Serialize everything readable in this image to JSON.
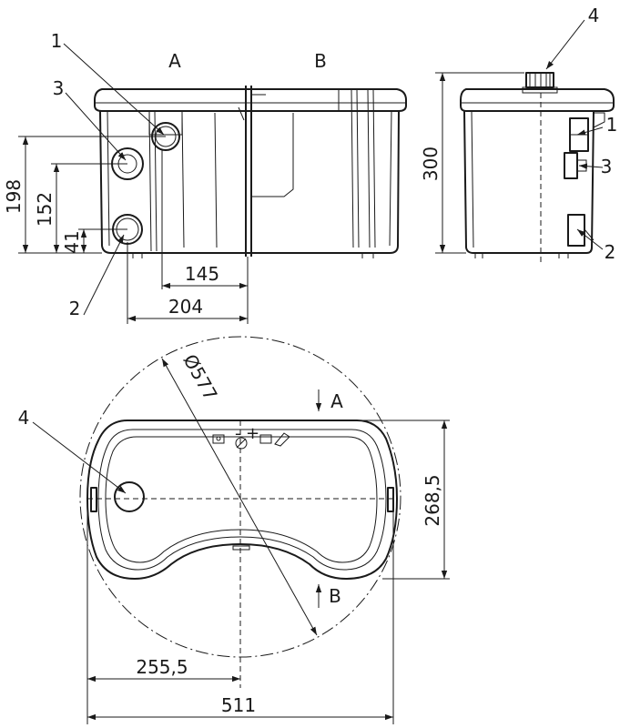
{
  "views": {
    "a": "A",
    "b": "B"
  },
  "callouts": {
    "c1": "1",
    "c2": "2",
    "c3": "3",
    "c4": "4"
  },
  "dimensions": {
    "h198": "198",
    "h152": "152",
    "h41": "41",
    "w145": "145",
    "w204": "204",
    "h300": "300",
    "dia577": "Ø577",
    "h268": "268,5",
    "w255": "255,5",
    "w511": "511"
  },
  "section_marks": {
    "a": "A",
    "b": "B"
  }
}
